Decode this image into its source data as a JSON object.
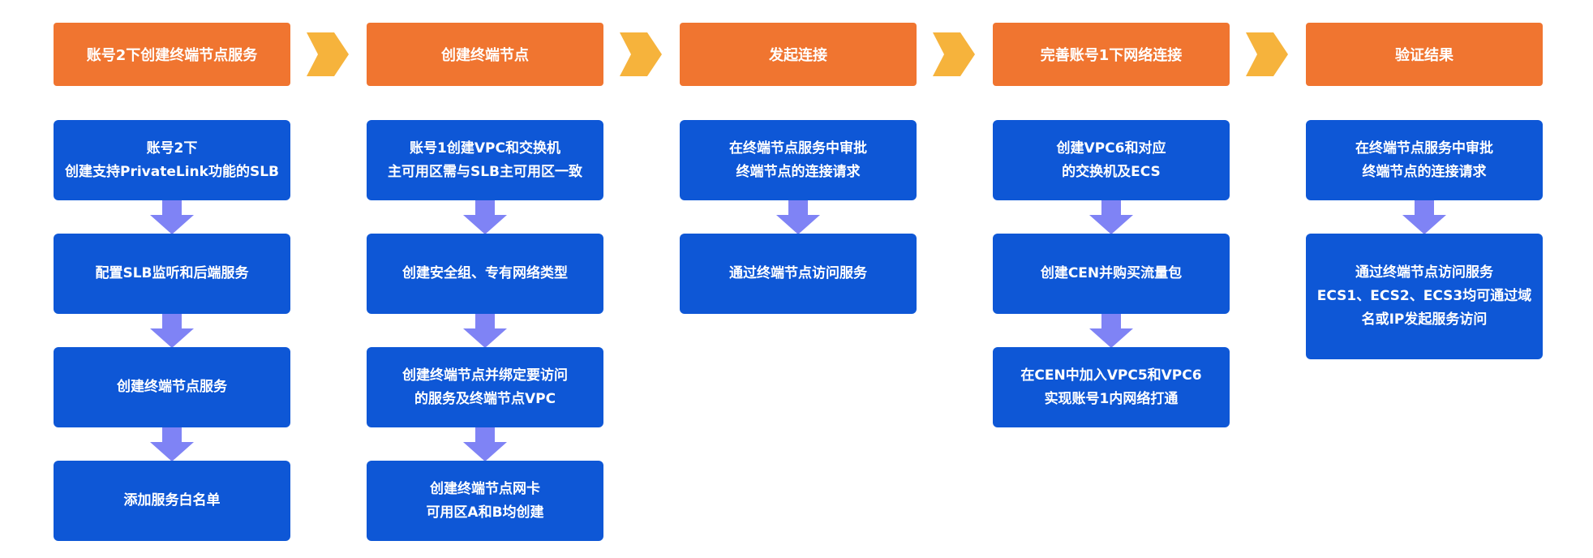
{
  "colors": {
    "stage_header": "#f07530",
    "step_box": "#0e57d6",
    "down_arrow": "#7f83f5",
    "right_arrow": "#f6b33c"
  },
  "icons": {
    "down_arrow": "arrow-down-icon",
    "right_arrow": "arrow-right-icon"
  },
  "stages": [
    {
      "title": "账号2下创建终端节点服务",
      "steps": [
        "账号2下\n创建支持PrivateLink功能的SLB",
        "配置SLB监听和后端服务",
        "创建终端节点服务",
        "添加服务白名单"
      ]
    },
    {
      "title": "创建终端节点",
      "steps": [
        "账号1创建VPC和交换机\n主可用区需与SLB主可用区一致",
        "创建安全组、专有网络类型",
        "创建终端节点并绑定要访问\n的服务及终端节点VPC",
        "创建终端节点网卡\n可用区A和B均创建"
      ]
    },
    {
      "title": "发起连接",
      "steps": [
        "在终端节点服务中审批\n终端节点的连接请求",
        "通过终端节点访问服务"
      ]
    },
    {
      "title": "完善账号1下网络连接",
      "steps": [
        "创建VPC6和对应\n的交换机及ECS",
        "创建CEN并购买流量包",
        "在CEN中加入VPC5和VPC6\n实现账号1内网络打通"
      ]
    },
    {
      "title": "验证结果",
      "steps": [
        "在终端节点服务中审批\n终端节点的连接请求",
        "通过终端节点访问服务\nECS1、ECS2、ECS3均可通过域\n名或IP发起服务访问"
      ]
    }
  ]
}
